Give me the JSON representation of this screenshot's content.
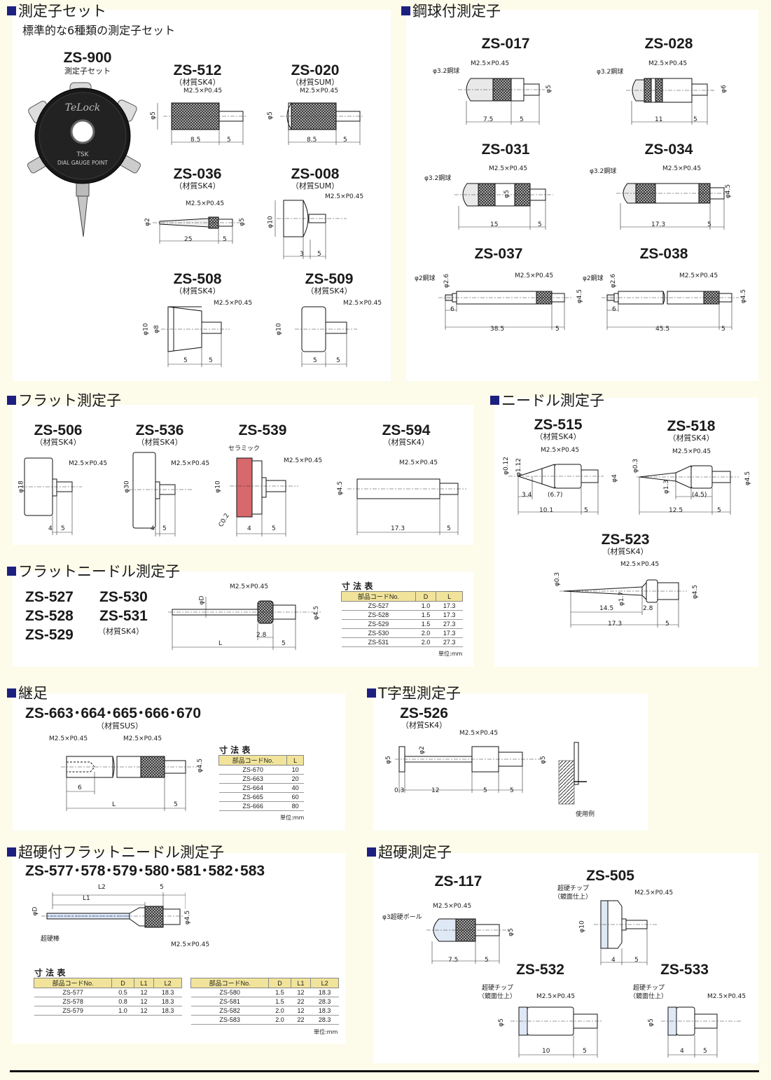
{
  "s1": {
    "title": "測定子セット",
    "subtitle": "標準的な6種類の測定子セット",
    "zs900": "ZS-900",
    "zs900s": "測定子セット",
    "dial": {
      "brand": "TeLock",
      "line1": "TSK",
      "line2": "DIAL GAUGE POINT"
    },
    "zs512": {
      "m": "ZS-512",
      "s": "（材質SK4）",
      "d": [
        "M2.5×P0.45",
        "φ5",
        "8.5",
        "5"
      ]
    },
    "zs020": {
      "m": "ZS-020",
      "s": "（材質SUM）",
      "d": [
        "M2.5×P0.45",
        "φ5",
        "8.5",
        "5"
      ]
    },
    "zs036": {
      "m": "ZS-036",
      "s": "（材質SK4）",
      "d": [
        "M2.5×P0.45",
        "φ2",
        "φ5",
        "25",
        "5"
      ]
    },
    "zs008": {
      "m": "ZS-008",
      "s": "（材質SUM）",
      "d": [
        "M2.5×P0.45",
        "φ10",
        "3",
        "5"
      ]
    },
    "zs508": {
      "m": "ZS-508",
      "s": "（材質SK4）",
      "d": [
        "M2.5×P0.45",
        "φ10",
        "φ8",
        "5",
        "5"
      ]
    },
    "zs509": {
      "m": "ZS-509",
      "s": "（材質SK4）",
      "d": [
        "M2.5×P0.45",
        "φ10",
        "5",
        "5"
      ]
    }
  },
  "s2": {
    "title": "鋼球付測定子",
    "zs017": {
      "m": "ZS-017",
      "d": [
        "M2.5×P0.45",
        "φ3.2鋼球",
        "φ5",
        "7.5",
        "5"
      ]
    },
    "zs028": {
      "m": "ZS-028",
      "d": [
        "M2.5×P0.45",
        "φ3.2鋼球",
        "φ6",
        "11",
        "5"
      ]
    },
    "zs031": {
      "m": "ZS-031",
      "d": [
        "M2.5×P0.45",
        "φ3.2鋼球",
        "φ5",
        "15",
        "5"
      ]
    },
    "zs034": {
      "m": "ZS-034",
      "d": [
        "M2.5×P0.45",
        "φ3.2鋼球",
        "φ4.5",
        "17.3",
        "5"
      ]
    },
    "zs037": {
      "m": "ZS-037",
      "d": [
        "M2.5×P0.45",
        "φ2鋼球",
        "φ2.6",
        "φ4.5",
        "6",
        "38.5",
        "5"
      ]
    },
    "zs038": {
      "m": "ZS-038",
      "d": [
        "M2.5×P0.45",
        "φ2鋼球",
        "φ2.6",
        "φ4.5",
        "6",
        "45.5",
        "5"
      ]
    }
  },
  "s3": {
    "title": "フラット測定子",
    "zs506": {
      "m": "ZS-506",
      "s": "（材質SK4）",
      "d": [
        "M2.5×P0.45",
        "φ18",
        "4",
        "5"
      ]
    },
    "zs536": {
      "m": "ZS-536",
      "s": "（材質SK4）",
      "d": [
        "M2.5×P0.45",
        "φ30",
        "4",
        "5"
      ]
    },
    "zs539": {
      "m": "ZS-539",
      "d": [
        "M2.5×P0.45",
        "セラミック",
        "φ10",
        "C0.2",
        "4",
        "5"
      ]
    },
    "zs594": {
      "m": "ZS-594",
      "s": "（材質SK4）",
      "d": [
        "M2.5×P0.45",
        "φ4.5",
        "17.3",
        "5"
      ]
    }
  },
  "s4": {
    "title": "ニードル測定子",
    "zs515": {
      "m": "ZS-515",
      "s": "（材質SK4）",
      "d": [
        "M2.5×P0.45",
        "φ0.12",
        "φ1.12",
        "φ4",
        "3.4",
        "(6.7)",
        "10.1",
        "5"
      ]
    },
    "zs518": {
      "m": "ZS-518",
      "s": "（材質SK4）",
      "d": [
        "M2.5×P0.45",
        "φ0.3",
        "φ1.3",
        "φ4.5",
        "(4.5)",
        "12.5",
        "5"
      ]
    },
    "zs523": {
      "m": "ZS-523",
      "s": "（材質SK4）",
      "d": [
        "M2.5×P0.45",
        "φ0.3",
        "φ1.7",
        "φ4.5",
        "14.5",
        "2.8",
        "17.3",
        "5"
      ]
    }
  },
  "s5": {
    "title": "フラットニードル測定子",
    "models": [
      "ZS-527",
      "ZS-530",
      "ZS-528",
      "ZS-531",
      "ZS-529"
    ],
    "s": "（材質SK4）",
    "d": [
      "M2.5×P0.45",
      "φD",
      "φ4.5",
      "2.8",
      "L",
      "5"
    ],
    "table": {
      "title": "寸 法 表",
      "headers": [
        "部品コードNo.",
        "D",
        "L"
      ],
      "rows": [
        [
          "ZS-527",
          "1.0",
          "17.3"
        ],
        [
          "ZS-528",
          "1.5",
          "17.3"
        ],
        [
          "ZS-529",
          "1.5",
          "27.3"
        ],
        [
          "ZS-530",
          "2.0",
          "17.3"
        ],
        [
          "ZS-531",
          "2.0",
          "27.3"
        ]
      ],
      "unit": "単位:mm"
    }
  },
  "s6": {
    "title": "継足",
    "m": "ZS-663･664･665･666･670",
    "s": "（材質SUS）",
    "d": [
      "M2.5×P0.45",
      "M2.5×P0.45",
      "φ4.5",
      "6",
      "L",
      "5"
    ],
    "table": {
      "title": "寸 法 表",
      "headers": [
        "部品コードNo.",
        "L"
      ],
      "rows": [
        [
          "ZS-670",
          "10"
        ],
        [
          "ZS-663",
          "20"
        ],
        [
          "ZS-664",
          "40"
        ],
        [
          "ZS-665",
          "60"
        ],
        [
          "ZS-666",
          "80"
        ]
      ],
      "unit": "単位:mm"
    }
  },
  "s7": {
    "title": "T字型測定子",
    "m": "ZS-526",
    "s": "（材質SK4）",
    "d": [
      "M2.5×P0.45",
      "φ5",
      "φ2",
      "φ5",
      "0.3",
      "12",
      "5",
      "5"
    ],
    "usage": "使用例"
  },
  "s8": {
    "title": "超硬付フラットニードル測定子",
    "m": "ZS-577･578･579･580･581･582･583",
    "d": [
      "L2",
      "5",
      "L1",
      "φD",
      "φ4.5",
      "超硬棒",
      "M2.5×P0.45"
    ],
    "table": {
      "title": "寸 法 表",
      "headers": [
        "部品コードNo.",
        "D",
        "L1",
        "L2"
      ],
      "rowsA": [
        [
          "ZS-577",
          "0.5",
          "12",
          "18.3"
        ],
        [
          "ZS-578",
          "0.8",
          "12",
          "18.3"
        ],
        [
          "ZS-579",
          "1.0",
          "12",
          "18.3"
        ]
      ],
      "rowsB": [
        [
          "ZS-580",
          "1.5",
          "12",
          "18.3"
        ],
        [
          "ZS-581",
          "1.5",
          "22",
          "28.3"
        ],
        [
          "ZS-582",
          "2.0",
          "12",
          "18.3"
        ],
        [
          "ZS-583",
          "2.0",
          "22",
          "28.3"
        ]
      ],
      "unit": "単位:mm"
    }
  },
  "s9": {
    "title": "超硬測定子",
    "zs117": {
      "m": "ZS-117",
      "d": [
        "M2.5×P0.45",
        "φ3超硬ボール",
        "φ5",
        "7.5",
        "5"
      ]
    },
    "zs505": {
      "m": "ZS-505",
      "d": [
        "M2.5×P0.45",
        "超硬チップ",
        "（鏡面仕上）",
        "φ10",
        "4",
        "5"
      ]
    },
    "zs532": {
      "m": "ZS-532",
      "d": [
        "M2.5×P0.45",
        "超硬チップ",
        "（鏡面仕上）",
        "φ5",
        "10",
        "5"
      ]
    },
    "zs533": {
      "m": "ZS-533",
      "d": [
        "M2.5×P0.45",
        "超硬チップ",
        "（鏡面仕上）",
        "φ5",
        "4",
        "5"
      ]
    }
  }
}
